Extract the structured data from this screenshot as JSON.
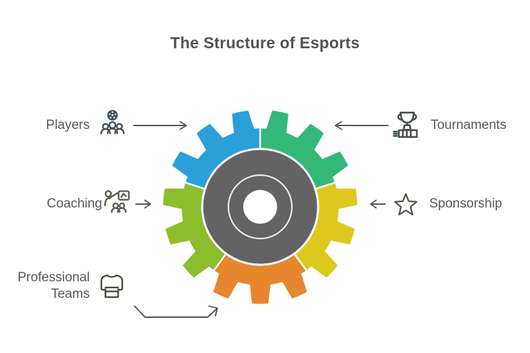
{
  "title": "The Structure of Esports",
  "labels": {
    "players": {
      "text": "Players"
    },
    "tournaments": {
      "text": "Tournaments"
    },
    "coaching": {
      "text": "Coaching"
    },
    "sponsorship": {
      "text": "Sponsorship"
    },
    "professional_teams": {
      "text": "Professional Teams"
    }
  },
  "icons": {
    "players": {
      "name": "players-icon",
      "color": "#3c535c"
    },
    "tournaments": {
      "name": "trophy-icon",
      "color": "#47544c"
    },
    "coaching": {
      "name": "coaching-icon",
      "color": "#5c5f50"
    },
    "sponsorship": {
      "name": "star-icon",
      "color": "#55584a"
    },
    "professional_teams": {
      "name": "jersey-icon",
      "color": "#4f4a42"
    }
  },
  "gear": {
    "hub_color": "#636363",
    "hub_ring_color": "#ebebeb",
    "hole_color": "#ffffff",
    "divider_color": "#ffffff",
    "segments": [
      {
        "name": "tournaments",
        "color": "#33b878"
      },
      {
        "name": "sponsorship",
        "color": "#ddc81e"
      },
      {
        "name": "professional-teams",
        "color": "#e6872f"
      },
      {
        "name": "coaching",
        "color": "#8cbe2e"
      },
      {
        "name": "players",
        "color": "#2a9fd8"
      }
    ]
  },
  "arrow_color": "#555555",
  "text_color": "#57585a",
  "title_color": "#515254"
}
